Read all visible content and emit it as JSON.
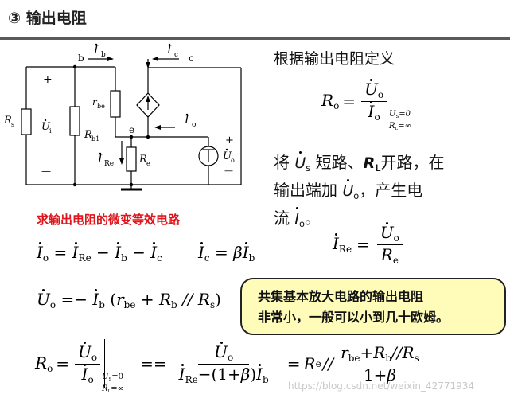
{
  "title": "③ 输出电阻",
  "definition": {
    "heading": "根据输出电阻定义",
    "lhs": "R",
    "lhs_sub": "o",
    "num": "U",
    "num_sub": "o",
    "den": "I",
    "den_sub": "o",
    "cond1": "U",
    "cond1_sub": "S",
    "cond1_val": "=0",
    "cond2": "R",
    "cond2_sub": "L",
    "cond2_val": "=∞"
  },
  "instruction": {
    "l1_a": "将",
    "l1_us": "U",
    "l1_us_sub": "s",
    "l1_b": "短路、",
    "l1_rl": "R",
    "l1_rl_sub": "L",
    "l1_c": "开路，在",
    "l2_a": "输出端加",
    "l2_uo": "U",
    "l2_uo_sub": "o",
    "l2_b": "，产生电",
    "l3_a": "流",
    "l3_io": "I",
    "l3_io_sub": "o",
    "l3_b": "。"
  },
  "circuit": {
    "node_b": "b",
    "node_c": "c",
    "node_e": "e",
    "ib": "I",
    "ib_sub": "b",
    "ic": "I",
    "ic_sub": "c",
    "io": "I",
    "io_sub": "o",
    "ire": "I",
    "ire_sub": "Re",
    "rs": "R",
    "rs_sub": "s",
    "ui": "U",
    "ui_sub": "i",
    "rb1": "R",
    "rb1_sub": "b1",
    "rbe": "r",
    "rbe_sub": "be",
    "re": "R",
    "re_sub": "e",
    "uo": "U",
    "uo_sub": "o",
    "plus": "+",
    "minus": "—"
  },
  "red_heading": "求输出电阻的微变等效电路",
  "eq1": {
    "io": "I",
    "io_sub": "o",
    "eq": "=",
    "ire": "I",
    "ire_sub": "Re",
    "m1": "−",
    "ib": "I",
    "ib_sub": "b",
    "m2": "−",
    "ic": "I",
    "ic_sub": "c"
  },
  "eq2": {
    "ic": "I",
    "ic_sub": "c",
    "eq": "=",
    "beta": "β",
    "ib": "I",
    "ib_sub": "b"
  },
  "eq3": {
    "ire": "I",
    "ire_sub": "Re",
    "eq": "=",
    "num": "U",
    "num_sub": "o",
    "den": "R",
    "den_sub": "e"
  },
  "eq4": {
    "uo": "U",
    "uo_sub": "o",
    "eq": "=−",
    "ib": "I",
    "ib_sub": "b",
    "open": "(",
    "rbe": "r",
    "rbe_sub": "be",
    "plus": "+",
    "rb": "R",
    "rb_sub": "b",
    "par": "//",
    "rs": "R",
    "rs_sub": "s",
    "close": ")"
  },
  "callout": {
    "line1": "共集基本放大电路的输出电阻",
    "line2": "非常小，一般可以小到几十欧姆。"
  },
  "eq5": {
    "ro": "R",
    "ro_sub": "o",
    "eq": "=",
    "num": "U",
    "num_sub": "o",
    "den": "I",
    "den_sub": "o",
    "cond1": "U",
    "cond1_sub": "S",
    "cond1_val": "=0",
    "cond2": "R",
    "cond2_sub": "L",
    "cond2_val": "=∞",
    "eq2": "==",
    "num2": "U",
    "num2_sub": "o",
    "den2_a": "I",
    "den2_a_sub": "Re",
    "den2_b": "−(1+",
    "den2_beta": "β",
    "den2_c": ")",
    "den2_d": "I",
    "den2_d_sub": "b",
    "eq3": "=",
    "re": "R",
    "re_sub": "e",
    "par": "//",
    "num3_a": "r",
    "num3_a_sub": "be",
    "num3_b": "+",
    "num3_c": "R",
    "num3_c_sub": "b",
    "num3_d": "//",
    "num3_e": "R",
    "num3_e_sub": "s",
    "den3_a": "1+",
    "den3_beta": "β"
  },
  "watermark": "https://blog.csdn.net/weixin_42771934"
}
